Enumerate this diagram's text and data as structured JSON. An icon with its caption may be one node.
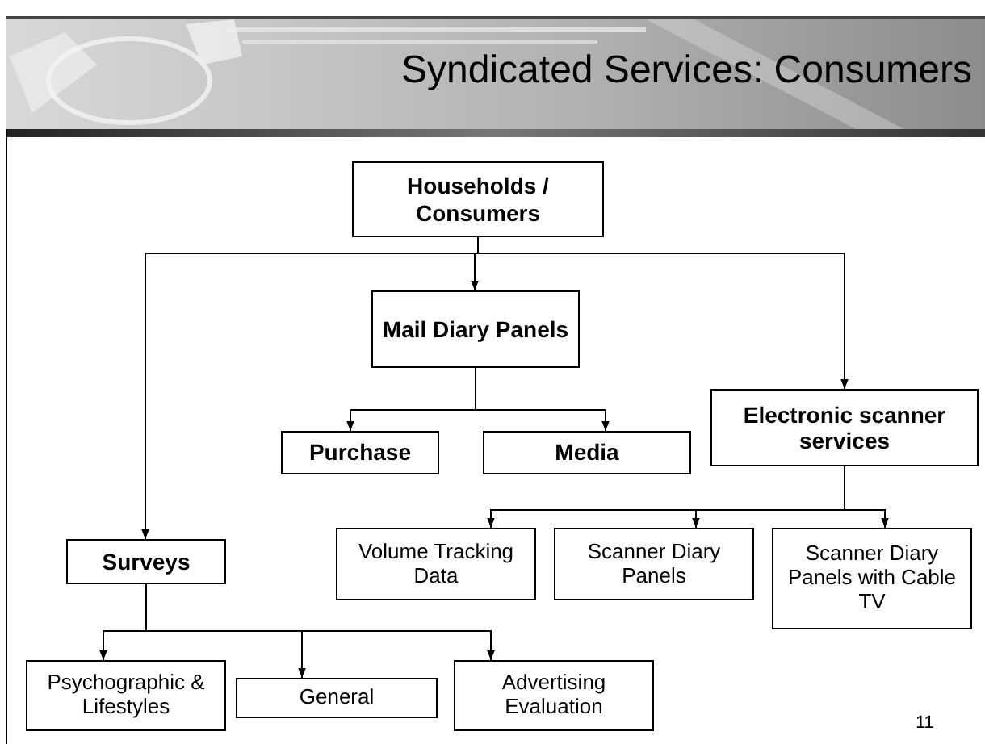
{
  "diagram": {
    "title": "Syndicated Services: Consumers",
    "nodes": [
      {
        "text": [
          "Households / Consumers"
        ]
      },
      {
        "text": [
          "Mail Diary Panels"
        ]
      },
      {
        "text": [
          "Purchase"
        ]
      },
      {
        "text": [
          "Media"
        ]
      },
      {
        "text": [
          "Electronic scanner services"
        ]
      },
      {
        "text": [
          "Surveys"
        ]
      },
      {
        "text": [
          "Volume Tracking Data"
        ]
      },
      {
        "text": [
          "Scanner Diary Panels"
        ]
      },
      {
        "text": [
          "Scanner Diary Panels with Cable TV"
        ]
      },
      {
        "text": [
          "Psychographic & Lifestyles"
        ]
      },
      {
        "text": [
          "General"
        ]
      },
      {
        "text": [
          "Advertising Evaluation"
        ]
      }
    ],
    "edges": [
      {
        "from": 0,
        "to": 1,
        "arrow": "to"
      },
      {
        "from": 0,
        "to": 5,
        "arrow": "to"
      },
      {
        "from": 0,
        "to": 4,
        "arrow": "to"
      },
      {
        "from": 1,
        "to": 2,
        "arrow": "to"
      },
      {
        "from": 1,
        "to": 3,
        "arrow": "to"
      },
      {
        "from": 4,
        "to": 6,
        "arrow": "to"
      },
      {
        "from": 4,
        "to": 7,
        "arrow": "to"
      },
      {
        "from": 4,
        "to": 8,
        "arrow": "to"
      },
      {
        "from": 5,
        "to": 9,
        "arrow": "to"
      },
      {
        "from": 5,
        "to": 10,
        "arrow": "to"
      },
      {
        "from": 5,
        "to": 11,
        "arrow": "to"
      }
    ],
    "labels": [
      "11"
    ]
  }
}
